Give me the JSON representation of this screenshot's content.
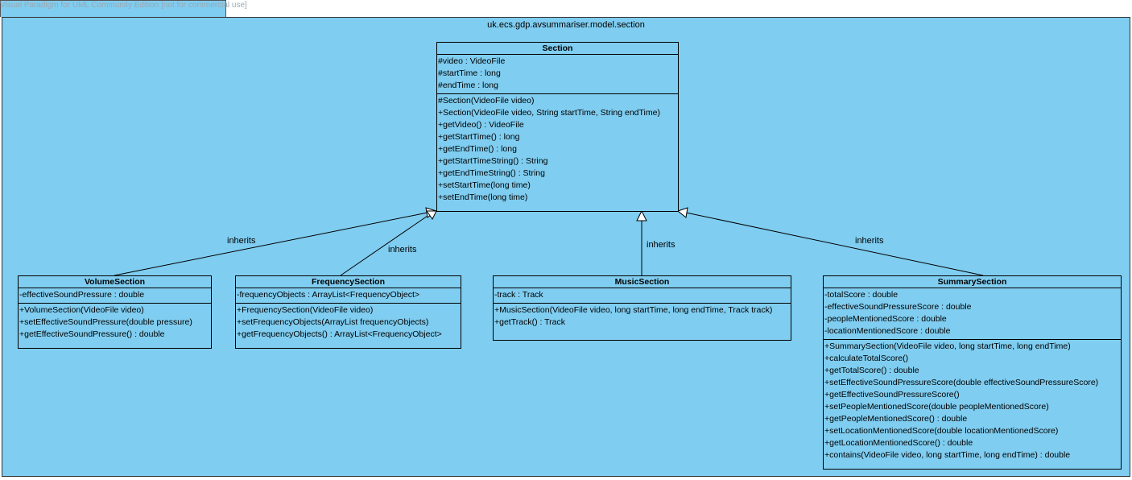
{
  "watermark": "Visual Paradigm for UML Community Edition [not for commercial use]",
  "package_name": "uk.ecs.gdp.avsummariser.model.section",
  "classes": {
    "section": {
      "name": "Section",
      "attributes": [
        "#video : VideoFile",
        "#startTime : long",
        "#endTime : long"
      ],
      "operations": [
        "#Section(VideoFile video)",
        "+Section(VideoFile video, String startTime, String endTime)",
        "+getVideo() : VideoFile",
        "+getStartTime() : long",
        "+getEndTime() : long",
        "+getStartTimeString() : String",
        "+getEndTimeString() : String",
        "+setStartTime(long time)",
        "+setEndTime(long time)"
      ]
    },
    "volume": {
      "name": "VolumeSection",
      "attributes": [
        "-effectiveSoundPressure : double"
      ],
      "operations": [
        "+VolumeSection(VideoFile video)",
        "+setEffectiveSoundPressure(double pressure)",
        "+getEffectiveSoundPressure() : double"
      ]
    },
    "frequency": {
      "name": "FrequencySection",
      "attributes": [
        "-frequencyObjects : ArrayList<FrequencyObject>"
      ],
      "operations": [
        "+FrequencySection(VideoFile video)",
        "+setFrequencyObjects(ArrayList frequencyObjects)",
        "+getFrequencyObjects() : ArrayList<FrequencyObject>"
      ]
    },
    "music": {
      "name": "MusicSection",
      "attributes": [
        "-track : Track"
      ],
      "operations": [
        "+MusicSection(VideoFile video, long startTime, long endTime, Track track)",
        "+getTrack() : Track"
      ]
    },
    "summary": {
      "name": "SummarySection",
      "attributes": [
        "-totalScore : double",
        "-effectiveSoundPressureScore : double",
        "-peopleMentionedScore : double",
        "-locationMentionedScore : double"
      ],
      "operations": [
        "+SummarySection(VideoFile video, long startTime, long endTime)",
        "+calculateTotalScore()",
        "+getTotalScore() : double",
        "+setEffectiveSoundPressureScore(double effectiveSoundPressureScore)",
        "+getEffectiveSoundPressureScore()",
        "+setPeopleMentionedScore(double peopleMentionedScore)",
        "+getPeopleMentionedScore() : double",
        "+setLocationMentionedScore(double locationMentionedScore)",
        "+getLocationMentionedScore() : double",
        "+contains(VideoFile video, long startTime, long endTime) : double"
      ]
    }
  },
  "relations": {
    "volume": "inherits",
    "frequency": "inherits",
    "music": "inherits",
    "summary": "inherits"
  }
}
